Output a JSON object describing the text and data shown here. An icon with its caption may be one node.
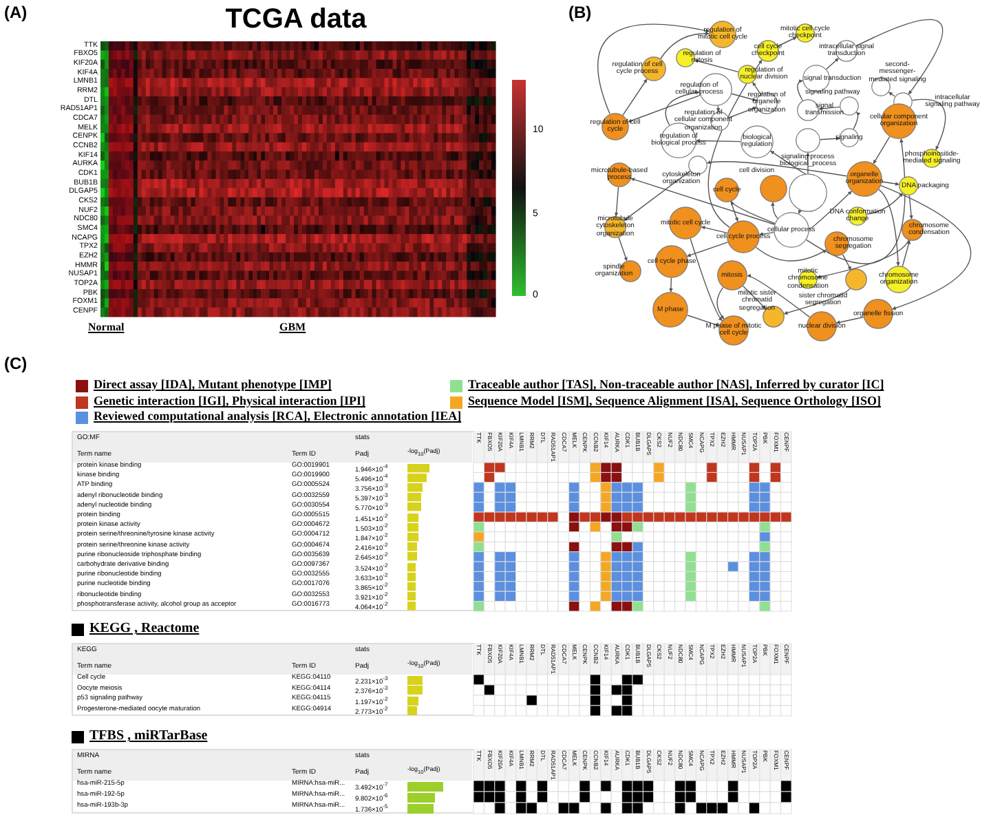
{
  "diagram": {
    "title": "TCGA data",
    "nodes": [
      {
        "text": [
          "regulation of mitotic cell cycle"
        ]
      },
      {
        "text": [
          "mitotic cell cycle checkpoint"
        ]
      },
      {
        "text": [
          "regulation of mitosis"
        ]
      },
      {
        "text": [
          "cell cycle checkpoint"
        ]
      },
      {
        "text": [
          "intracellular signal transduction"
        ]
      },
      {
        "text": [
          "regulation of cell cycle process"
        ]
      },
      {
        "text": [
          "regulation of nuclear division"
        ]
      },
      {
        "text": [
          "signal transduction"
        ]
      },
      {
        "text": [
          "second-messenger-mediated signaling"
        ]
      },
      {
        "text": [
          "intracellular signaling pathway"
        ]
      },
      {
        "text": [
          "regulation of cellular process"
        ]
      },
      {
        "text": [
          "regulation of organelle organization"
        ]
      },
      {
        "text": [
          "signal transmission"
        ]
      },
      {
        "text": [
          "signaling pathway"
        ]
      },
      {
        "text": [
          "regulation of cell cycle"
        ]
      },
      {
        "text": [
          "regulation of cellular component organization"
        ]
      },
      {
        "text": [
          "cellular component organization"
        ]
      },
      {
        "text": [
          "regulation of biological process"
        ]
      },
      {
        "text": [
          "biological regulation"
        ]
      },
      {
        "text": [
          "signaling process"
        ]
      },
      {
        "text": [
          "signaling"
        ]
      },
      {
        "text": [
          "phosphoinositide-mediated signaling"
        ]
      },
      {
        "text": [
          "cytoskeleton organization"
        ]
      },
      {
        "text": [
          "microtubule-based process"
        ]
      },
      {
        "text": [
          "organelle organization"
        ]
      },
      {
        "text": [
          "cell cycle"
        ]
      },
      {
        "text": [
          "cell division"
        ]
      },
      {
        "text": [
          "biological_process"
        ]
      },
      {
        "text": [
          "DNA packaging"
        ]
      },
      {
        "text": [
          "DNA conformation change"
        ]
      },
      {
        "text": [
          "cellular process"
        ]
      },
      {
        "text": [
          "microtubule cytoskeleton organization"
        ]
      },
      {
        "text": [
          "mitotic cell cycle"
        ]
      },
      {
        "text": [
          "chromosome condensation"
        ]
      },
      {
        "text": [
          "cell cycle process"
        ]
      },
      {
        "text": [
          "chromosome segregation"
        ]
      },
      {
        "text": [
          "cell cycle phase"
        ]
      },
      {
        "text": [
          "spindle organization"
        ]
      },
      {
        "text": [
          "mitosis"
        ]
      },
      {
        "text": [
          "mitotic chromosome condensation"
        ]
      },
      {
        "text": [
          "sister chromatid segregation"
        ]
      },
      {
        "text": [
          "chromosome organization"
        ]
      },
      {
        "text": [
          "M phase"
        ]
      },
      {
        "text": [
          "organelle fission"
        ]
      },
      {
        "text": [
          "mitotic sister chromatid segregation"
        ]
      },
      {
        "text": [
          "nuclear division"
        ]
      },
      {
        "text": [
          "M phase of mitotic cell cycle"
        ]
      }
    ],
    "edges": [
      {
        "from": 27,
        "to": 18,
        "arrow": "to"
      },
      {
        "from": 27,
        "to": 30,
        "arrow": "to"
      },
      {
        "from": 27,
        "to": 19,
        "arrow": "to"
      },
      {
        "from": 18,
        "to": 17,
        "arrow": "to"
      },
      {
        "from": 17,
        "to": 10,
        "arrow": "to"
      },
      {
        "from": 10,
        "to": 14,
        "arrow": "to"
      },
      {
        "from": 10,
        "to": 11,
        "arrow": "to"
      },
      {
        "from": 10,
        "to": 15,
        "arrow": "to"
      },
      {
        "from": 14,
        "to": 5,
        "arrow": "to"
      },
      {
        "from": 14,
        "to": 0,
        "arrow": "to"
      },
      {
        "from": 5,
        "to": 0,
        "arrow": "to"
      },
      {
        "from": 11,
        "to": 6,
        "arrow": "to"
      },
      {
        "from": 6,
        "to": 2,
        "arrow": "to"
      },
      {
        "from": 15,
        "to": 11,
        "arrow": "to"
      },
      {
        "from": 19,
        "to": 20,
        "arrow": "to"
      },
      {
        "from": 20,
        "to": 13,
        "arrow": "to"
      },
      {
        "from": 13,
        "to": 12,
        "arrow": "to"
      },
      {
        "from": 12,
        "to": 7,
        "arrow": "to"
      },
      {
        "from": 7,
        "to": 4,
        "arrow": "to"
      },
      {
        "from": 4,
        "to": 9,
        "arrow": "to"
      },
      {
        "from": 9,
        "to": 8,
        "arrow": "to"
      },
      {
        "from": 9,
        "to": 21,
        "arrow": "to"
      },
      {
        "from": 30,
        "to": 34,
        "arrow": "to"
      },
      {
        "from": 30,
        "to": 24,
        "arrow": "to"
      },
      {
        "from": 30,
        "to": 16,
        "arrow": "to"
      },
      {
        "from": 16,
        "to": 24,
        "arrow": "to"
      },
      {
        "from": 24,
        "to": 28,
        "arrow": "to"
      },
      {
        "from": 24,
        "to": 22,
        "arrow": "to"
      },
      {
        "from": 24,
        "to": 41,
        "arrow": "to"
      },
      {
        "from": 41,
        "to": 33,
        "arrow": "to"
      },
      {
        "from": 28,
        "to": 33,
        "arrow": "to"
      },
      {
        "from": 29,
        "to": 28,
        "arrow": "to"
      },
      {
        "from": 33,
        "to": 39,
        "arrow": "to"
      },
      {
        "from": 30,
        "to": 25,
        "arrow": "to"
      },
      {
        "from": 25,
        "to": 34,
        "arrow": "to"
      },
      {
        "from": 34,
        "to": 36,
        "arrow": "to"
      },
      {
        "from": 34,
        "to": 32,
        "arrow": "to"
      },
      {
        "from": 32,
        "to": 46,
        "arrow": "to"
      },
      {
        "from": 36,
        "to": 42,
        "arrow": "to"
      },
      {
        "from": 42,
        "to": 46,
        "arrow": "to"
      },
      {
        "from": 38,
        "to": 46,
        "arrow": "to"
      },
      {
        "from": 34,
        "to": 35,
        "arrow": "to"
      },
      {
        "from": 35,
        "to": 40,
        "arrow": "to"
      },
      {
        "from": 40,
        "to": 44,
        "arrow": "to"
      },
      {
        "from": 38,
        "to": 44,
        "arrow": "to"
      },
      {
        "from": 24,
        "to": 43,
        "arrow": "to"
      },
      {
        "from": 43,
        "to": 45,
        "arrow": "to"
      },
      {
        "from": 45,
        "to": 38,
        "arrow": "to"
      },
      {
        "from": 30,
        "to": 26,
        "arrow": "to"
      },
      {
        "from": 34,
        "to": 3,
        "arrow": "to"
      },
      {
        "from": 3,
        "to": 1,
        "arrow": "to"
      },
      {
        "from": 30,
        "to": 23,
        "arrow": "to"
      },
      {
        "from": 23,
        "to": 31,
        "arrow": "to"
      },
      {
        "from": 22,
        "to": 31,
        "arrow": "to"
      },
      {
        "from": 31,
        "to": 37,
        "arrow": "to"
      }
    ],
    "labels": [
      "(A)",
      "(B)",
      "TTK",
      "FBXO5",
      "KIF20A",
      "KIF4A",
      "LMNB1",
      "RRM2",
      "DTL",
      "RAD51AP1",
      "CDCA7",
      "MELK",
      "CENPK",
      "CCNB2",
      "KIF14",
      "AURKA",
      "CDK1",
      "BUB1B",
      "DLGAP5",
      "CKS2",
      "NUF2",
      "NDC80",
      "SMC4",
      "NCAPG",
      "TPX2",
      "EZH2",
      "HMMR",
      "NUSAP1",
      "TOP2A",
      "PBK",
      "FOXM1",
      "CENPF",
      "10",
      "5",
      "0",
      "Normal",
      "GBM",
      "(C)",
      "GO:MF",
      "stats",
      "Term name",
      "Term ID",
      "Padj",
      "-log$_{10}$(Padj)",
      "TTK",
      "FBXO5",
      "KIF20A",
      "KIF4A",
      "LMNB1",
      "RRM2",
      "DTL",
      "RAD51AP1",
      "CDCA7",
      "MELK",
      "CENPK",
      "CCNB2",
      "KIF14",
      "AURKA",
      "CDK1",
      "BUB1B",
      "DLGAP5",
      "CKS2",
      "NUF2",
      "NDC80",
      "SMC4",
      "NCAPG",
      "TPX2",
      "EZH2",
      "HMMR",
      "NUSAP1",
      "TOP2A",
      "PBK",
      "FOXM1",
      "CENPF",
      "protein kinase binding",
      "GO:0019901",
      "1.946×10$^{-4}$",
      "kinase binding",
      "GO:0019900",
      "5.496×10$^{-4}$",
      "ATP binding",
      "GO:0005524",
      "3.756×10$^{-3}$",
      "adenyl ribonucleotide binding",
      "GO:0032559",
      "5.397×10$^{-3}$",
      "adenyl nucleotide binding",
      "GO:0030554",
      "5.770×10$^{-3}$",
      "protein binding",
      "GO:0005515",
      "1.451×10$^{-2}$",
      "protein kinase activity",
      "GO:0004672",
      "1.503×10$^{-2}$",
      "protein serine/threonine/tyrosine kinase activity",
      "GO:0004712",
      "1.847×10$^{-2}$",
      "protein serine/threonine kinase activity",
      "GO:0004674",
      "2.416×10$^{-2}$",
      "purine ribonucleoside triphosphate binding",
      "GO:0035639",
      "2.645×10$^{-2}$",
      "carbohydrate derivative binding",
      "GO:0097367",
      "3.524×10$^{-2}$",
      "purine ribonucleotide binding",
      "GO:0032555",
      "3.633×10$^{-2}$",
      "purine nucleotide binding",
      "GO:0017076",
      "3.865×10$^{-2}$",
      "ribonucleotide binding",
      "GO:0032553",
      "3.921×10$^{-2}$",
      "phosphotransferase activity, alcohol group as acceptor",
      "GO:0016773",
      "4.064×10$^{-2}$",
      "KEGG",
      "stats",
      "Term name",
      "Term ID",
      "Padj",
      "-log$_{10}$(Padj)",
      "TTK",
      "FBXO5",
      "KIF20A",
      "KIF4A",
      "LMNB1",
      "RRM2",
      "DTL",
      "RAD51AP1",
      "CDCA7",
      "MELK",
      "CENPK",
      "CCNB2",
      "KIF14",
      "AURKA",
      "CDK1",
      "BUB1B",
      "DLGAP5",
      "CKS2",
      "NUF2",
      "NDC80",
      "SMC4",
      "NCAPG",
      "TPX2",
      "EZH2",
      "HMMR",
      "NUSAP1",
      "TOP2A",
      "PBK",
      "FOXM1",
      "CENPF",
      "Cell cycle",
      "KEGG:04110",
      "2.231×10$^{-3}$",
      "Oocyte meiosis",
      "KEGG:04114",
      "2.376×10$^{-3}$",
      "p53 signaling pathway",
      "KEGG:04115",
      "1.197×10$^{-2}$",
      "Progesterone-mediated oocyte maturation",
      "KEGG:04914",
      "2.773×10$^{-2}$",
      "MIRNA",
      "stats",
      "Term name",
      "Term ID",
      "Padj",
      "-log$_{10}$(Padj)",
      "TTK",
      "FBXO5",
      "KIF20A",
      "KIF4A",
      "LMNB1",
      "RRM2",
      "DTL",
      "RAD51AP1",
      "CDCA7",
      "MELK",
      "CENPK",
      "CCNB2",
      "KIF14",
      "AURKA",
      "CDK1",
      "BUB1B",
      "DLGAP5",
      "CKS2",
      "NUF2",
      "NDC80",
      "SMC4",
      "NCAPG",
      "TPX2",
      "EZH2",
      "HMMR",
      "NUSAP1",
      "TOP2A",
      "PBK",
      "FOXM1",
      "CENPF",
      "hsa-miR-215-5p",
      "MIRNA:hsa-miR...",
      "3.492×10$^{-7}$",
      "hsa-miR-192-5p",
      "MIRNA:hsa-miR...",
      "9.802×10$^{-6}$",
      "hsa-miR-193b-3p",
      "MIRNA:hsa-miR...",
      "1.736×10$^{-5}$"
    ],
    "legend": [
      {
        "text": "Direct assay [IDA], Mutant phenotype [IMP]",
        "color": "#8b1010"
      },
      {
        "text": "Genetic interaction [IGI], Physical interaction [IPI]",
        "color": "#c0361e"
      },
      {
        "text": "Reviewed computational analysis [RCA], Electronic annotation [IEA]",
        "color": "#5b8fe0"
      },
      {
        "text": "Traceable author [TAS], Non-traceable author [NAS], Inferred by curator [IC]",
        "color": "#90e090"
      },
      {
        "text": "Sequence Model [ISM], Sequence Alignment [ISA], Sequence Orthology [ISO]",
        "color": "#f5a623"
      },
      {
        "text": "KEGG , Reactome",
        "color": "#000000"
      },
      {
        "text": "TFBS , miRTarBase",
        "color": "#000000"
      }
    ]
  }
}
